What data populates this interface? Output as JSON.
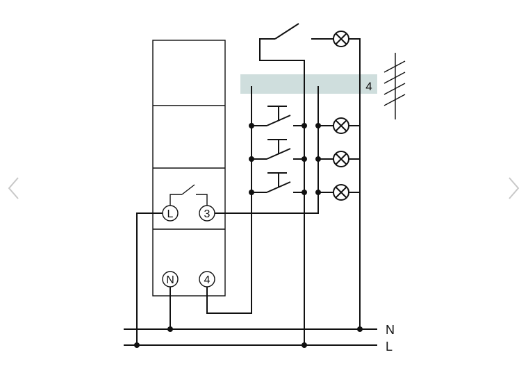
{
  "colors": {
    "line": "#111111",
    "highlight_band": "#cfdedd",
    "nav_arrow": "#c8c8c8",
    "background": "#ffffff"
  },
  "navigation": {
    "prev_icon": "chevron-left-icon",
    "next_icon": "chevron-right-icon"
  },
  "diagram": {
    "device_terminals": {
      "L": "L",
      "out_3": "3",
      "N": "N",
      "in_4": "4"
    },
    "cable_core_count": "4",
    "rails": {
      "neutral": "N",
      "live": "L"
    }
  }
}
